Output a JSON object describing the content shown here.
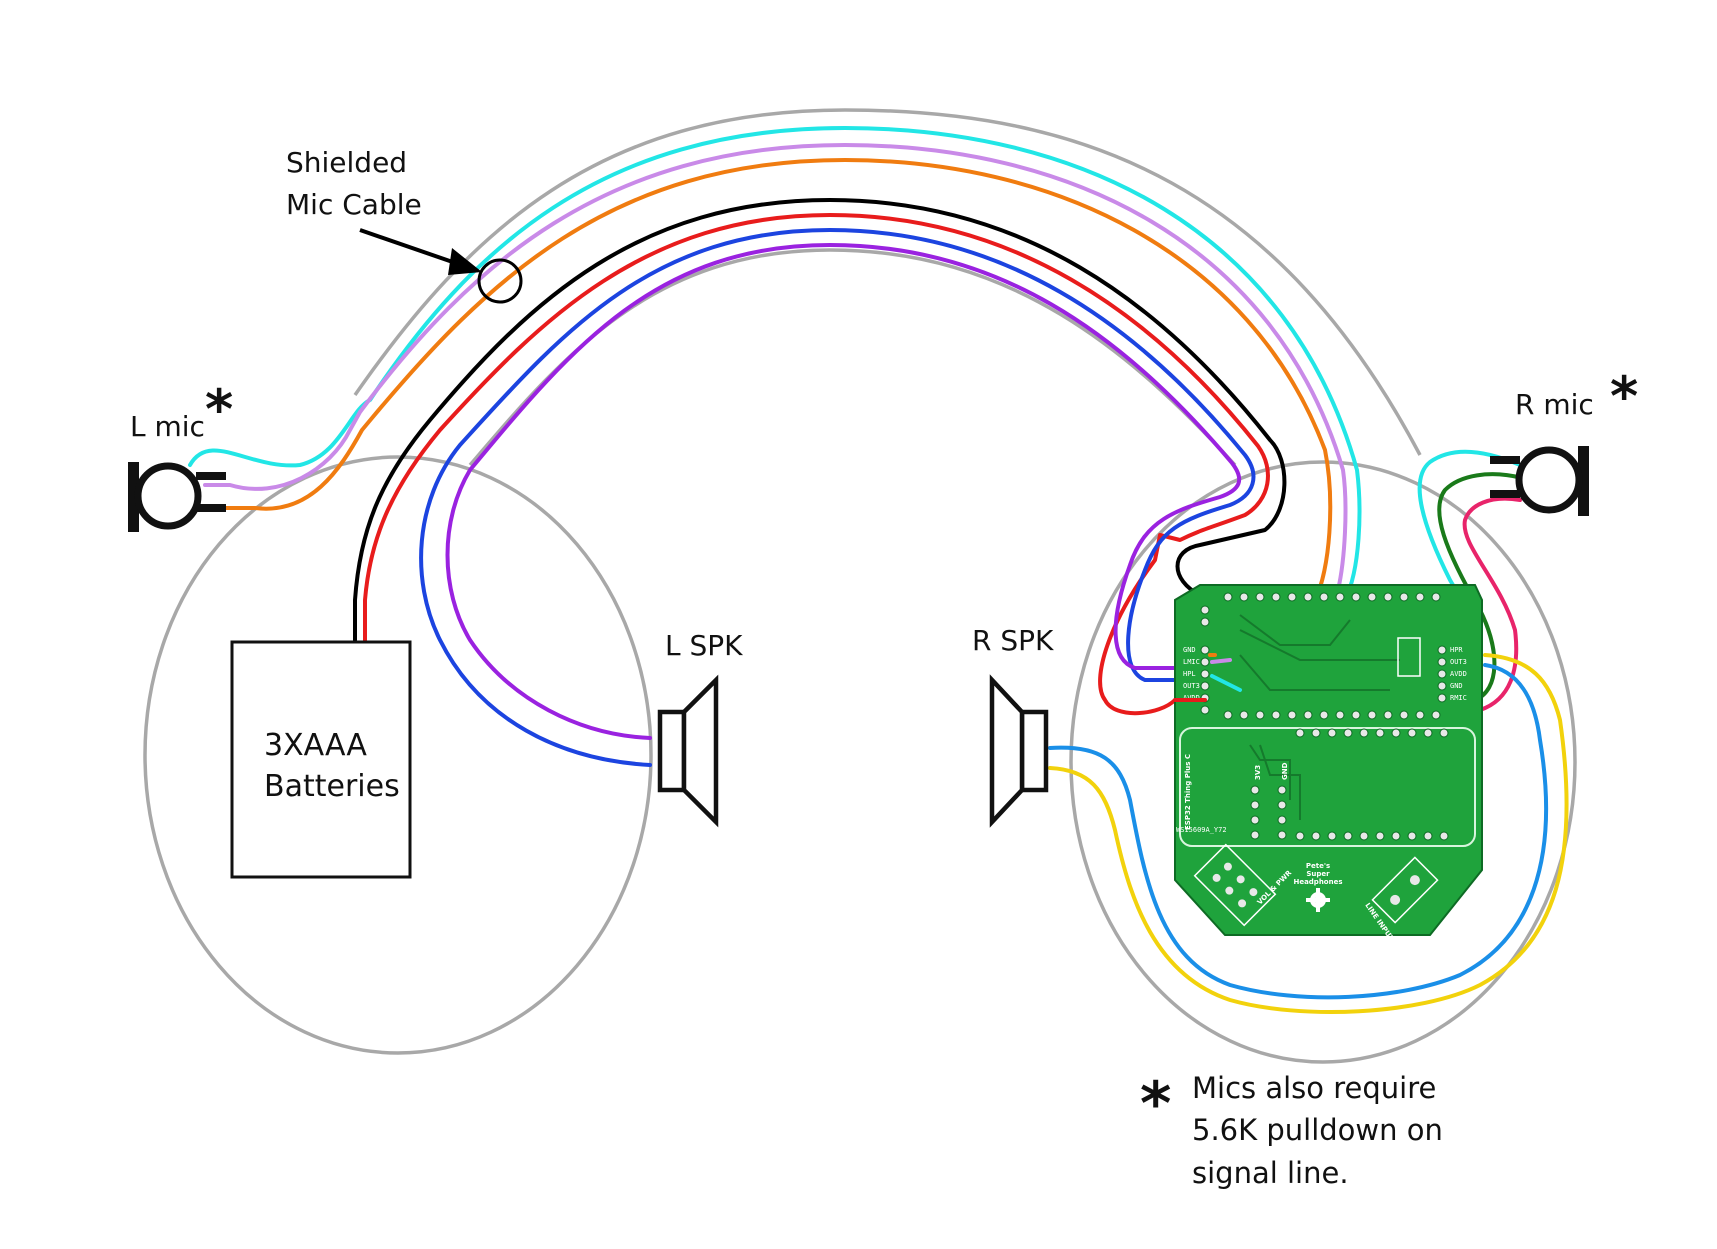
{
  "labels": {
    "shielded_line1": "Shielded",
    "shielded_line2": "Mic Cable",
    "l_mic": "L mic",
    "r_mic": "R mic",
    "l_spk": "L SPK",
    "r_spk": "R SPK",
    "battery_line1": "3XAAA",
    "battery_line2": "Batteries",
    "asterisk": "*"
  },
  "note": {
    "line1": "Mics also require",
    "line2": "5.6K pulldown on",
    "line3": "signal line."
  },
  "pcb": {
    "left_pins": [
      "GND",
      "LMIC",
      "HPL",
      "OUT3",
      "AVDD"
    ],
    "right_pins": [
      "HPR",
      "OUT3",
      "AVDD",
      "GND",
      "RMIC"
    ],
    "board_name": "ESP32 Thing Plus C",
    "chip": "WS15609A_Y72",
    "title_line1": "Pete's",
    "title_line2": "Super",
    "title_line3": "Headphones",
    "vol_pwr": "VOL & PWR",
    "line_input": "LINE INPUT",
    "v3": "3V3",
    "gnd": "GND"
  },
  "colors": {
    "outline": "#a8a8a8",
    "cyan": "#22e6e6",
    "lavender": "#c98ae8",
    "orange": "#f07c10",
    "black": "#000000",
    "red": "#e81c1c",
    "blue": "#1c44e0",
    "purple": "#9a22e0",
    "green": "#1a7a1a",
    "pink": "#e8246a",
    "sky": "#1a8fe8",
    "yellow": "#f2d20c",
    "pcb": "#1fa33c"
  }
}
